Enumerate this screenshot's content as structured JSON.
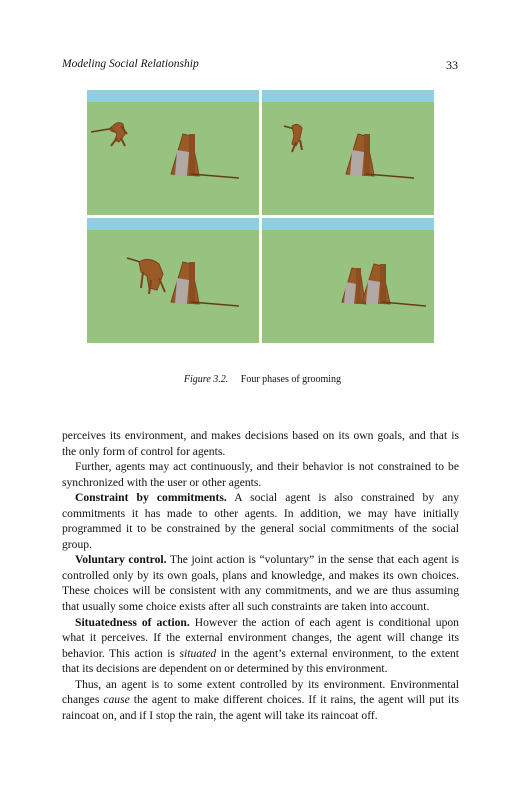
{
  "header": {
    "running_title": "Modeling Social Relationship",
    "page_number": "33"
  },
  "figure": {
    "label": "Figure 3.2.",
    "caption": "Four phases of grooming",
    "panels": [
      "phase-1",
      "phase-2",
      "phase-3",
      "phase-4"
    ],
    "colors": {
      "sky": "#8fcfde",
      "ground": "#98c280",
      "agent": "#9a5a28"
    }
  },
  "body": {
    "p1": "perceives its environment, and makes decisions based on its own goals, and that is the only form of control for agents.",
    "p2": "Further, agents may act continuously, and their behavior is not constrained to be synchronized with the user or other agents.",
    "p3_heading": "Constraint by commitments.",
    "p3": " A social agent is also constrained by any commitments it has made to other agents. In addition, we may have initially programmed it to be constrained by the general social commitments of the social group.",
    "p4_heading": "Voluntary control.",
    "p4": " The joint action is “voluntary” in the sense that each agent is controlled only by its own goals, plans and knowledge, and makes its own choices. These choices will be consistent with any commitments, and we are thus assuming that usually some choice exists after all such constraints are taken into account.",
    "p5_heading": "Situatedness of action.",
    "p5_a": " However the action of each agent is conditional upon what it perceives. If the external environment changes, the agent will change its behavior. This action is ",
    "p5_em": "situated",
    "p5_b": " in the agent’s external environment, to the extent that its decisions are dependent on or determined by this environment.",
    "p6_a": "Thus, an agent is to some extent controlled by its environment. Environmental changes ",
    "p6_em": "cause",
    "p6_b": " the agent to make different choices. If it rains, the agent will put its raincoat on, and if I stop the rain, the agent will take its raincoat off."
  }
}
